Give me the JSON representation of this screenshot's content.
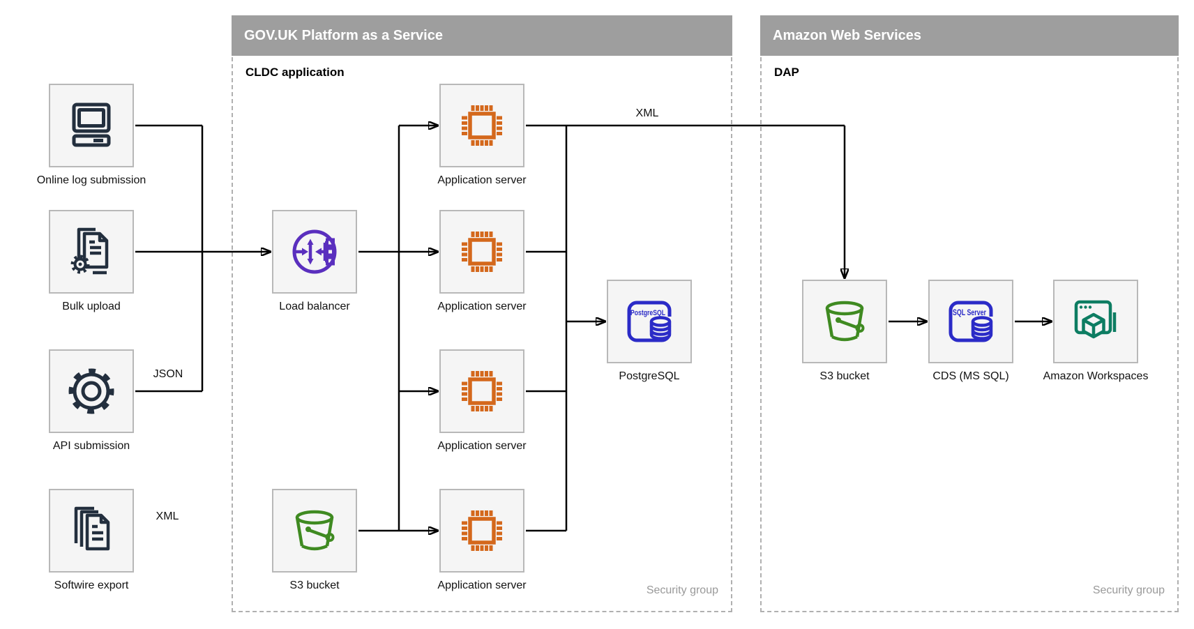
{
  "containers": {
    "govuk": {
      "title": "GOV.UK Platform as a Service",
      "sublabel": "CLDC application",
      "footer": "Security group"
    },
    "aws": {
      "title": "Amazon Web Services",
      "sublabel": "DAP",
      "footer": "Security group"
    }
  },
  "nodes": {
    "online_log_submission": {
      "label": "Online log submission",
      "icon": "desktop-computer-icon"
    },
    "bulk_upload": {
      "label": "Bulk upload",
      "icon": "document-gear-icon"
    },
    "api_submission": {
      "label": "API submission",
      "icon": "gear-icon"
    },
    "softwire_export": {
      "label": "Softwire export",
      "icon": "documents-stack-icon"
    },
    "load_balancer": {
      "label": "Load balancer",
      "icon": "load-balancer-icon"
    },
    "s3_bucket_govuk": {
      "label": "S3 bucket",
      "icon": "s3-bucket-icon"
    },
    "app_server_1": {
      "label": "Application server",
      "icon": "chip-icon"
    },
    "app_server_2": {
      "label": "Application server",
      "icon": "chip-icon"
    },
    "app_server_3": {
      "label": "Application server",
      "icon": "chip-icon"
    },
    "app_server_4": {
      "label": "Application server",
      "icon": "chip-icon"
    },
    "postgresql": {
      "label": "PostgreSQL",
      "icon_text": "PostgreSQL",
      "icon": "postgresql-database-icon"
    },
    "s3_bucket_aws": {
      "label": "S3 bucket",
      "icon": "s3-bucket-icon"
    },
    "cds": {
      "label": "CDS (MS SQL)",
      "icon_text": "SQL Server",
      "icon": "sql-server-database-icon"
    },
    "amazon_workspaces": {
      "label": "Amazon Workspaces",
      "icon": "workspaces-icon"
    }
  },
  "edge_labels": {
    "json": "JSON",
    "xml_to_s3_govuk": "XML",
    "xml_to_aws": "XML"
  },
  "colors": {
    "header_gray": "#9e9e9e",
    "dashed_border": "#b0b0b0",
    "node_fill": "#f5f5f5",
    "node_border": "#b8b8b8",
    "icon_navy": "#232f3e",
    "icon_orange": "#d4681c",
    "icon_purple": "#5a2fbe",
    "icon_green": "#3f8a21",
    "icon_blue": "#2b2bc7",
    "icon_teal": "#0d7d62",
    "security_text": "#999999"
  }
}
